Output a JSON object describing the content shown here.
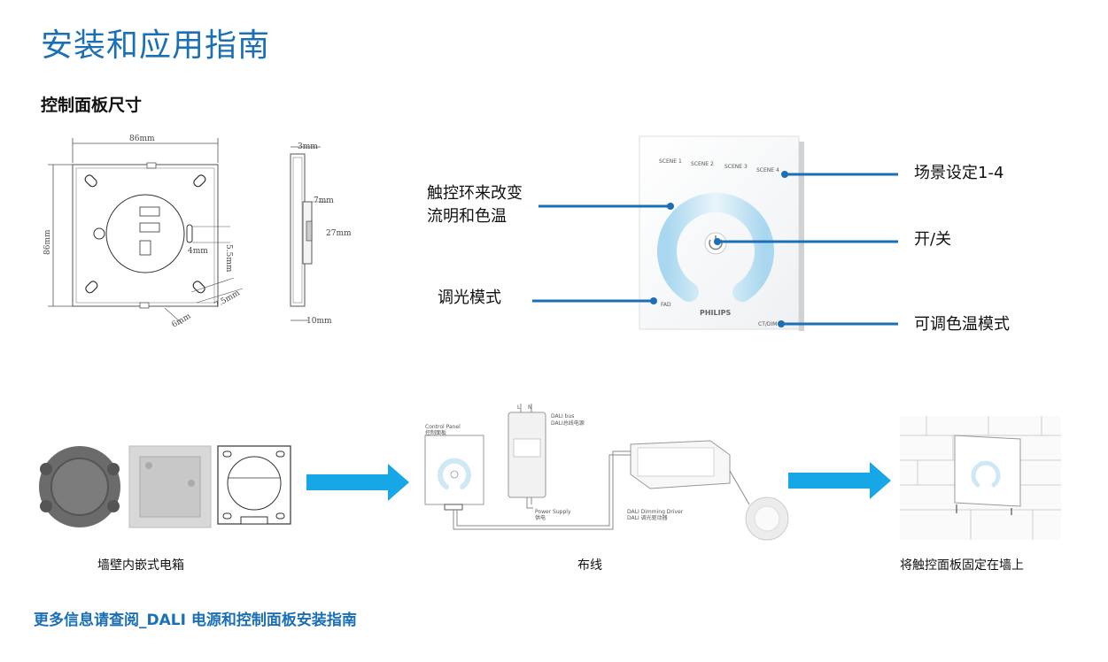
{
  "title": "安装和应用指南",
  "section_title": "控制面板尺寸",
  "dims": {
    "width": "86mm",
    "height": "86mm",
    "depth": "3mm",
    "d7": "7mm",
    "d27": "27mm",
    "d10": "10mm",
    "d55": "5.5mm",
    "d4": "4mm",
    "d75": "7.5mm",
    "d6": "6mm"
  },
  "panel": {
    "brand": "PHILIPS",
    "key_labels": [
      "SCENE 1",
      "SCENE 2",
      "SCENE 3",
      "SCENE 4",
      "FAD",
      "CT/DIM"
    ]
  },
  "callouts": {
    "touch_ring_line1": "触控环来改变",
    "touch_ring_line2": "流明和色温",
    "scene": "场景设定1-4",
    "onoff": "开/关",
    "dim_mode": "调光模式",
    "ct_mode": "可调色温模式"
  },
  "wiring": {
    "control_panel": "Control Panel",
    "control_panel_cn": "控制面板",
    "dali_bus": "DALI bus",
    "dali_bus_cn": "DALI总线电源",
    "power_supply": "Power Supply",
    "power_supply_cn": "供电",
    "driver": "DALI Dimming Driver",
    "driver_cn": "DALI 调光驱动器",
    "l": "L",
    "n": "N"
  },
  "captions": {
    "wall_box": "墙壁内嵌式电箱",
    "wiring": "布线",
    "mount": "将触控面板固定在墙上"
  },
  "footer": "更多信息请查阅_DALI 电源和控制面板安装指南",
  "colors": {
    "accent": "#1a6fb5",
    "arrow": "#18a7e6"
  }
}
